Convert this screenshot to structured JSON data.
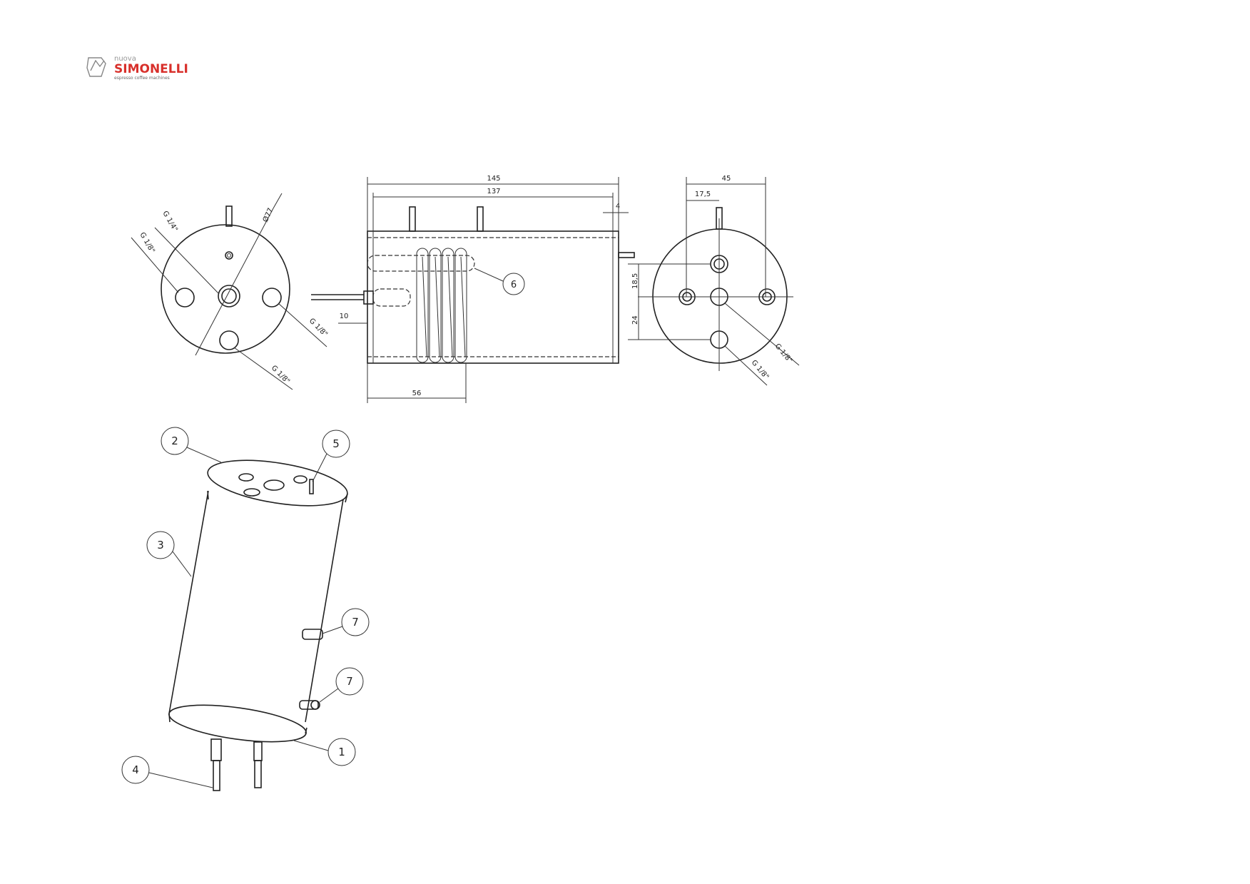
{
  "logo": {
    "prefix": "nuova",
    "brand": "SIMONELLI",
    "tagline": "espresso coffee machines",
    "brand_color": "#d8302b"
  },
  "left_view": {
    "labels": {
      "g14": "G 1/4\"",
      "g18_left": "G 1/8\"",
      "g18_right": "G 1/8\"",
      "g18_bottom": "G 1/8\"",
      "diameter": "Ø77"
    }
  },
  "side_view": {
    "dims": {
      "overall": "145",
      "inner": "137",
      "wall": "4",
      "spout": "10",
      "coil": "56"
    },
    "callout": "6"
  },
  "right_view": {
    "dims": {
      "width": "45",
      "offset": "17,5",
      "upper": "18,5",
      "lower": "24"
    },
    "labels": {
      "g18_a": "G 1/8\"",
      "g18_b": "G 1/8\""
    }
  },
  "iso_callouts": [
    "1",
    "2",
    "3",
    "4",
    "5",
    "7",
    "7"
  ]
}
